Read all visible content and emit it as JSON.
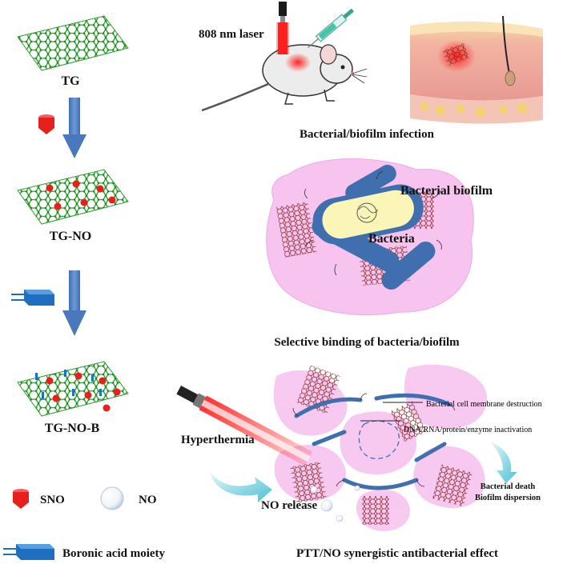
{
  "left": {
    "tg": "TG",
    "tg_no": "TG-NO",
    "tg_no_b": "TG-NO-B"
  },
  "legend": {
    "sno": "SNO",
    "no": "NO",
    "boronic": "Boronic acid moiety"
  },
  "top": {
    "laser": "808 nm laser",
    "infection": "Bacterial/biofilm infection"
  },
  "middle": {
    "biofilm": "Bacterial biofilm",
    "bacteria": "Bacteria",
    "binding": "Selective binding of bacteria/biofilm"
  },
  "bottom": {
    "membrane": "Bacterial cell membrane destruction",
    "dna": "DNA/RNA/protein/enzyme inactivation",
    "hyperthermia": "Hyperthermia",
    "no_release": "NO release",
    "death": "Bacterial death",
    "dispersion": "Biofilm dispersion",
    "effect": "PTT/NO synergistic antibacterial effect"
  },
  "colors": {
    "graphene": "#2e9c2e",
    "sno": "#e8201c",
    "boronic": "#1e6fc0",
    "arrow": "#4f7fc0",
    "biofilm": "#f5b6ea",
    "bacteria": "#3f6fae",
    "laser": "#e01010",
    "teal": "#5ac8d8"
  }
}
